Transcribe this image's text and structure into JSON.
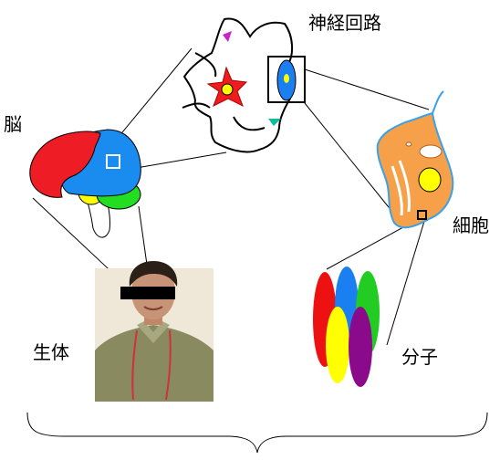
{
  "labels": {
    "neural_circuit": "神経回路",
    "brain": "脳",
    "cell": "細胞",
    "body": "生体",
    "molecule": "分子"
  },
  "colors": {
    "brain_frontal": "#ee1c25",
    "brain_main": "#1a8cf0",
    "brain_cerebellum": "#22dd22",
    "brain_stem": "#ffff00",
    "neuron_body": "#ee1c1c",
    "nucleus": "#ffff00",
    "cell_body": "#f7a04a",
    "cell_outline": "#3aa0e8",
    "molecule_red": "#ee1111",
    "molecule_blue": "#1a7ff0",
    "molecule_green": "#22cc22",
    "molecule_yellow": "#ffff00",
    "molecule_purple": "#8b0a8b",
    "connector_line": "#000000"
  },
  "photo": {
    "subject": "person-photo",
    "redaction": "black-bar-over-eyes"
  }
}
